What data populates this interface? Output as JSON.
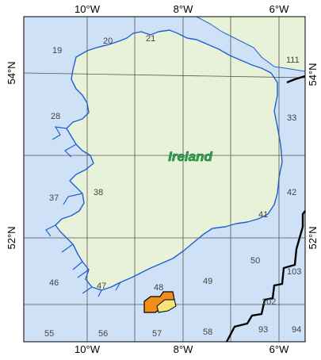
{
  "map": {
    "colors": {
      "sea": "#cfe1f7",
      "land": "#e8f2d8",
      "coast": "#1f5fd6",
      "grid": "#555555",
      "licence_boundary": "#000000",
      "field_orange": "#f28c1a",
      "field_yellow": "#f5e27a"
    },
    "top_longitude_labels": [
      "10°W",
      "8°W",
      "6°W"
    ],
    "bottom_longitude_labels": [
      "10°W",
      "8°W",
      "6°W"
    ],
    "left_latitude_labels": [
      "54°N",
      "52°N"
    ],
    "right_latitude_labels": [
      "54°N",
      "52°N"
    ],
    "island_label": "Ireland",
    "block_labels": [
      "19",
      "20",
      "21",
      "111",
      "28",
      "33",
      "37",
      "38",
      "42",
      "41",
      "46",
      "47",
      "48",
      "49",
      "50",
      "103",
      "102",
      "55",
      "56",
      "57",
      "58",
      "93",
      "94"
    ],
    "features": [
      "ireland-landmass",
      "coastline",
      "lat-long-grid",
      "licence-boundary",
      "gas-field"
    ]
  }
}
